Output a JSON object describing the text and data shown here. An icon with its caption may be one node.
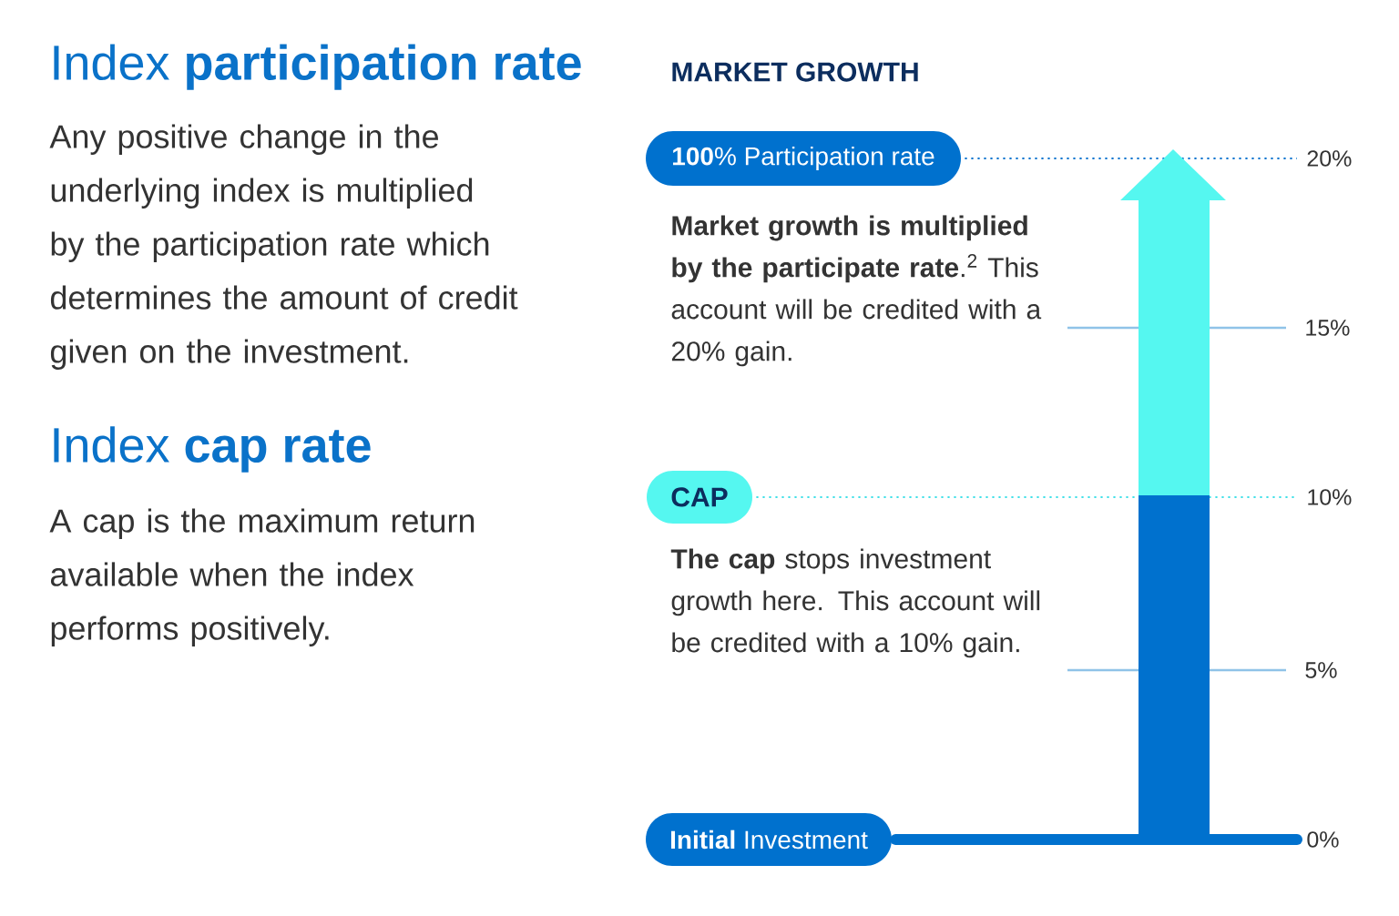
{
  "diagram": {
    "nodes": [
      {
        "text": [
          "**100**% Participation rate"
        ]
      },
      {
        "text": [
          "CAP"
        ]
      },
      {
        "text": [
          "**Initial** Investment"
        ]
      },
      {
        "text": [
          "20%"
        ]
      },
      {
        "text": [
          "10%"
        ]
      },
      {
        "text": [
          "0%"
        ]
      }
    ],
    "edges": [
      {
        "from": 0,
        "to": 3,
        "arrow": "none",
        "style": "dashed"
      },
      {
        "from": 1,
        "to": 4,
        "arrow": "none",
        "style": "dashed",
        "color": "#3fe0e8"
      },
      {
        "from": 2,
        "to": 5,
        "arrow": "none",
        "style": "thick"
      }
    ],
    "labels": [
      "Index **participation rate**",
      "Any positive change in the underlying index is multiplied by the participation rate which determines the amount of credit given on the investment.",
      "Index **cap rate**",
      "A cap is the maximum return available when the index performs positively.",
      "MARKET GROWTH",
      "**Market growth is multiplied by the participate rate**.$^{2}$ This account will be credited with a 20% gain.",
      "15%",
      "**The cap** stops investment growth here. This account will be credited with a 10% gain.",
      "5%"
    ]
  }
}
